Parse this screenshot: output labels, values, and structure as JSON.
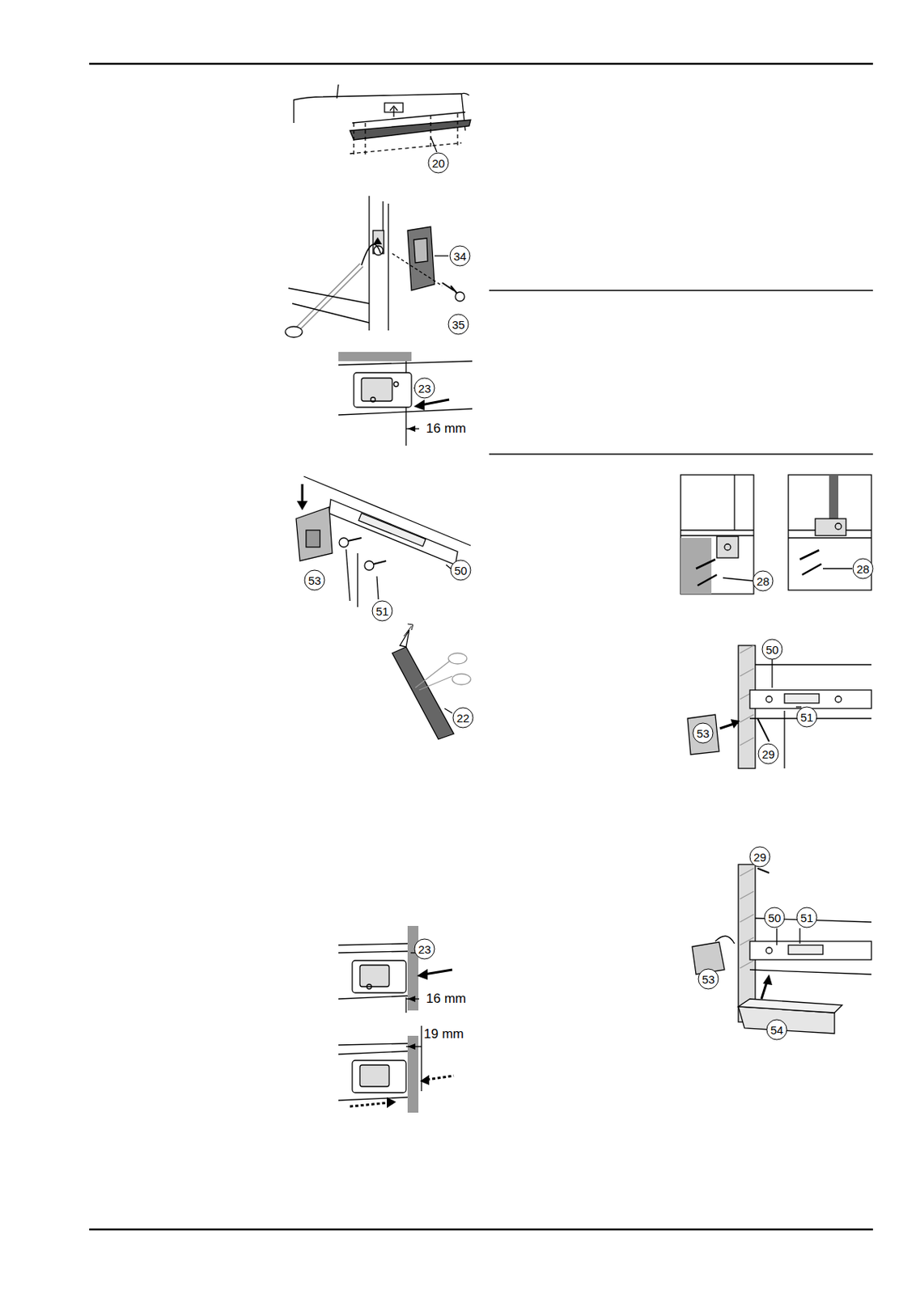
{
  "diagram": {
    "labels": [
      "20",
      "34",
      "35",
      "23",
      "16 mm",
      "53",
      "50",
      "51",
      "22",
      "23",
      "16 mm",
      "19 mm",
      "28",
      "28",
      "50",
      "51",
      "53",
      "29",
      "29",
      "50",
      "51",
      "53",
      "54"
    ]
  }
}
